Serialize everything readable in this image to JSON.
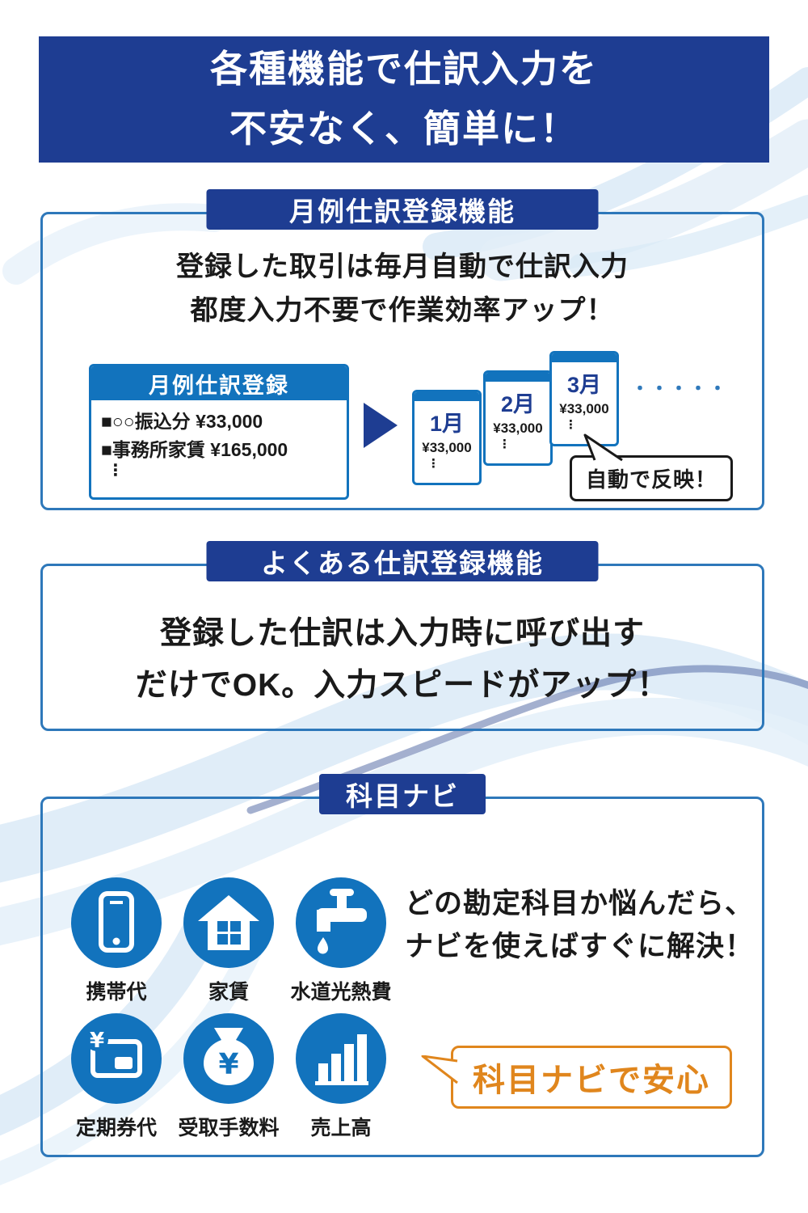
{
  "colors": {
    "navy": "#1e3d92",
    "blue": "#1273bd",
    "border_blue": "#2e78ba",
    "orange": "#e0861d",
    "text": "#1a1a1a"
  },
  "header": {
    "lines": [
      "各種機能で仕訳入力を",
      "不安なく、簡単に！"
    ]
  },
  "section1": {
    "tab": "月例仕訳登録機能",
    "desc_lines": [
      "登録した取引は毎月自動で仕訳入力",
      "都度入力不要で作業効率アップ！"
    ],
    "card": {
      "header": "月例仕訳登録",
      "items": [
        "■○○振込分 ¥33,000",
        "■事務所家賃 ¥165,000"
      ]
    },
    "ellipsis": "⋮",
    "months": [
      {
        "label": "1月",
        "amount": "¥33,000"
      },
      {
        "label": "2月",
        "amount": "¥33,000"
      },
      {
        "label": "3月",
        "amount": "¥33,000"
      }
    ],
    "dots": "・・・・・",
    "bubble": "自動で反映！"
  },
  "section2": {
    "tab": "よくある仕訳登録機能",
    "desc_lines": [
      "登録した仕訳は入力時に呼び出す",
      "だけでOK。入力スピードがアップ！"
    ]
  },
  "section3": {
    "tab": "科目ナビ",
    "desc_lines": [
      "どの勘定科目か悩んだら、",
      "ナビを使えばすぐに解決！"
    ],
    "items": [
      {
        "label": "携帯代",
        "icon": "smartphone-icon"
      },
      {
        "label": "家賃",
        "icon": "house-icon"
      },
      {
        "label": "水道光熱費",
        "icon": "faucet-icon"
      },
      {
        "label": "定期券代",
        "icon": "commuter-pass-icon"
      },
      {
        "label": "受取手数料",
        "icon": "money-bag-icon"
      },
      {
        "label": "売上高",
        "icon": "bar-chart-icon"
      }
    ],
    "bubble": "科目ナビで安心"
  }
}
